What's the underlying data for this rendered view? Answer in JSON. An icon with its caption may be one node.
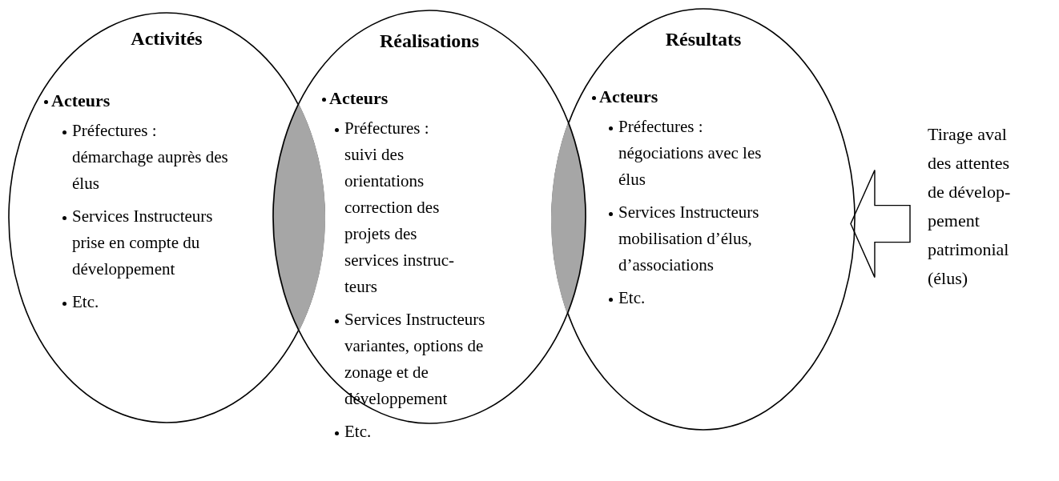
{
  "diagram": {
    "nodes": [
      {
        "text": [
          "Activités",
          "Acteurs",
          "Préfectures : démarchage auprès des élus",
          "Services Instructeurs prise en compte du développement",
          "Etc."
        ]
      },
      {
        "text": [
          "Réalisations",
          "Acteurs",
          "Préfectures : suivi des orientations correction des projets des services instruc- teurs",
          "Services Instructeurs variantes, options de zonage et de développement",
          "Etc."
        ]
      },
      {
        "text": [
          "Résultats",
          "Acteurs",
          "Préfectures : négociations avec les élus",
          "Services Instructeurs mobilisation d’élus, d’associations",
          "Etc."
        ]
      },
      {
        "text": [
          "Tirage aval des attentes de dévelop- pement patrimonial (élus)"
        ]
      }
    ],
    "edges": [
      {
        "from": 3,
        "to": 2,
        "arrow": "to"
      }
    ]
  }
}
